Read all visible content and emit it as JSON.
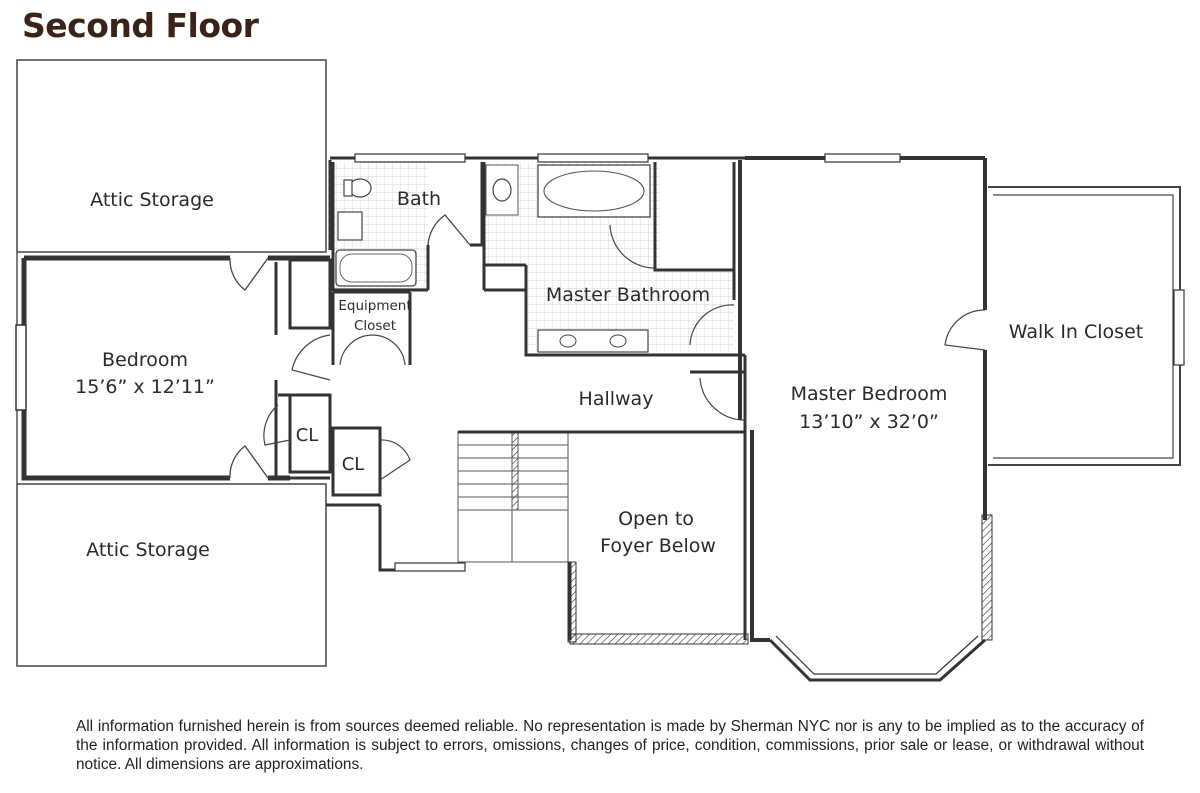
{
  "title": "Second Floor",
  "rooms": {
    "attic_storage_top": "Attic Storage",
    "attic_storage_bottom": "Attic Storage",
    "bedroom_name": "Bedroom",
    "bedroom_dims": "15’6” x 12’11”",
    "bath": "Bath",
    "equipment_closet_line1": "Equipment",
    "equipment_closet_line2": "Closet",
    "master_bathroom": "Master Bathroom",
    "cl_1": "CL",
    "cl_2": "CL",
    "hallway": "Hallway",
    "open_to_line1": "Open to",
    "open_to_line2": "Foyer Below",
    "master_bedroom_name": "Master Bedroom",
    "master_bedroom_dims": "13’10” x 32’0”",
    "walk_in_closet": "Walk In Closet"
  },
  "disclaimer": "All information furnished herein is from sources deemed reliable. No representation is made by Sherman NYC nor is any to be implied as to the accuracy of the information provided. All information is subject to errors, omissions, changes of price, condition, commissions, prior sale or lease, or withdrawal without notice. All dimensions are approximations."
}
